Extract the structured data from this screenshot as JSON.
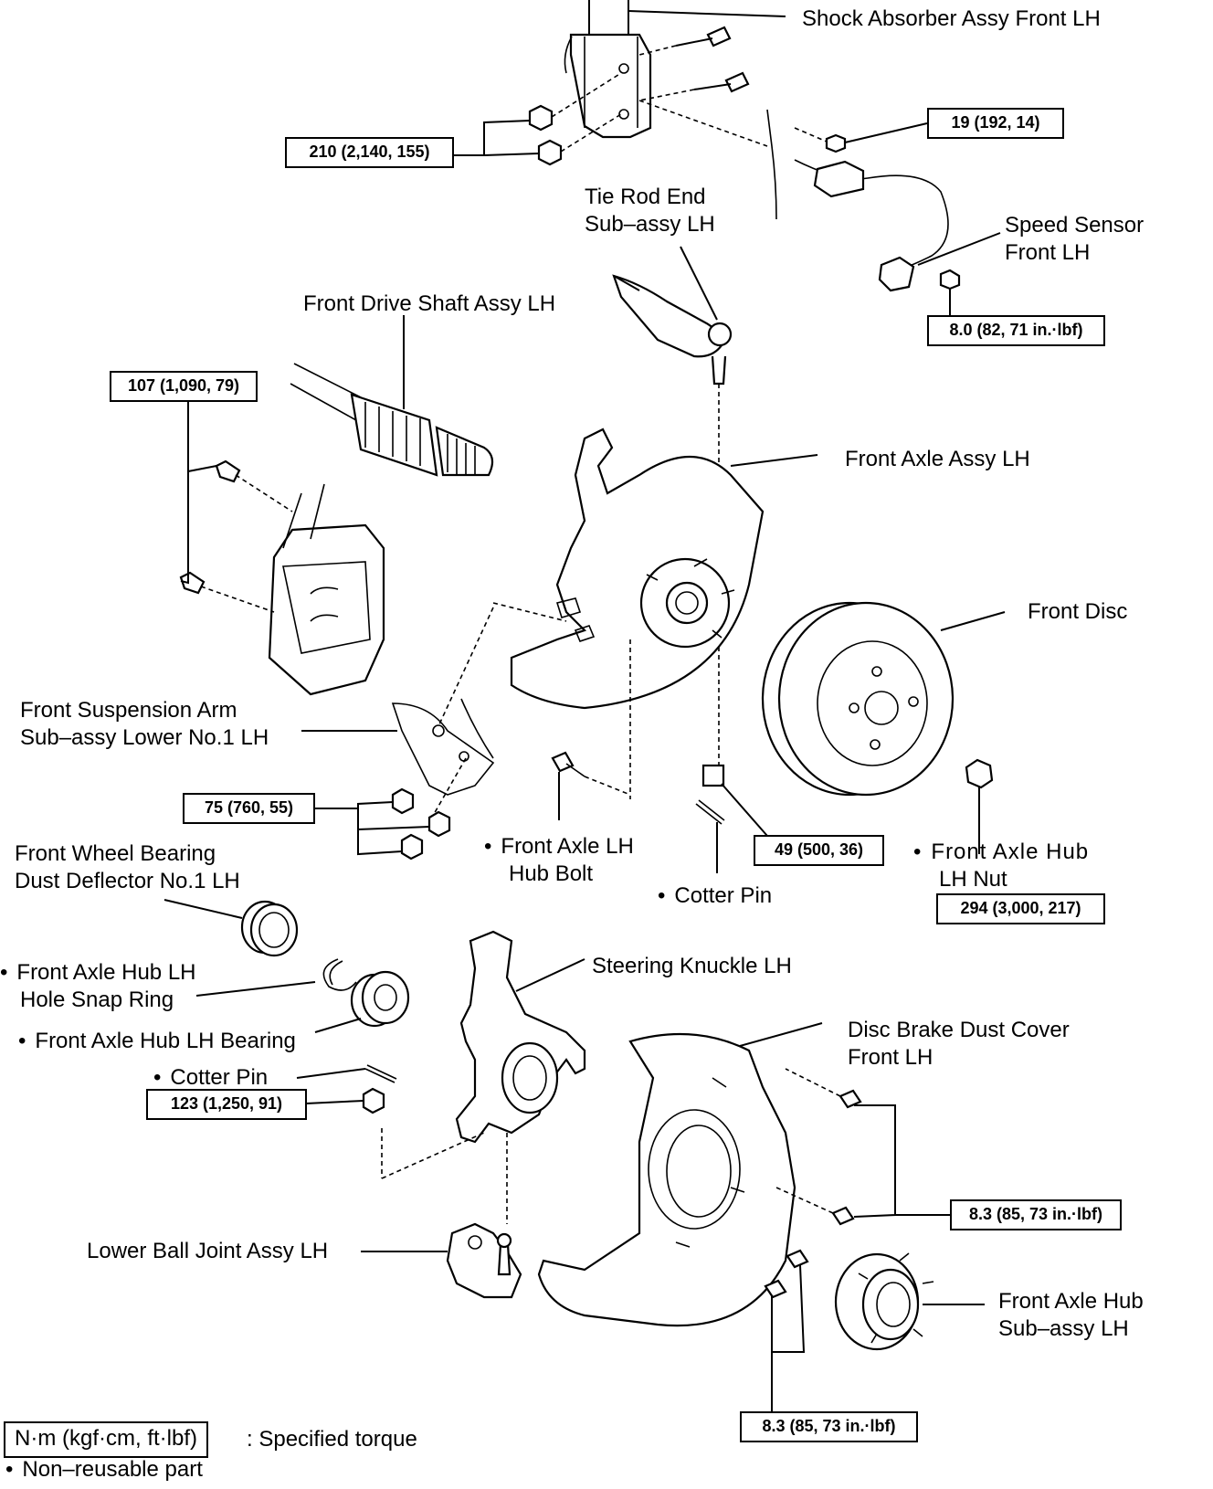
{
  "labels": {
    "shock_absorber": "Shock Absorber Assy Front LH",
    "tie_rod_1": "Tie  Rod  End",
    "tie_rod_2": "Sub–assy LH",
    "speed_sensor_1": "Speed Sensor",
    "speed_sensor_2": "Front LH",
    "drive_shaft": "Front Drive Shaft Assy LH",
    "front_axle_assy": "Front Axle Assy LH",
    "front_disc": "Front Disc",
    "lower_arm_1": "Front Suspension Arm",
    "lower_arm_2": "Sub–assy Lower No.1 LH",
    "hub_bolt_1": "Front Axle LH",
    "hub_bolt_2": "Hub Bolt",
    "cotter_pin_1": "Cotter Pin",
    "hub_nut_1": "Front Axle Hub",
    "hub_nut_2": "LH Nut",
    "dust_deflector_1": "Front Wheel Bearing",
    "dust_deflector_2": "Dust Deflector No.1 LH",
    "snap_ring_1": "Front Axle Hub LH",
    "snap_ring_2": "Hole Snap Ring",
    "steering_knuckle": "Steering Knuckle LH",
    "hub_bearing": "Front Axle Hub LH Bearing",
    "dust_cover_1": "Disc Brake Dust Cover",
    "dust_cover_2": "Front LH",
    "cotter_pin_2": "Cotter Pin",
    "ball_joint": "Lower Ball Joint Assy LH",
    "hub_sub_1": "Front Axle Hub",
    "hub_sub_2": "Sub–assy LH"
  },
  "torques": {
    "t210": "210 (2,140, 155)",
    "t19": "19 (192, 14)",
    "t8_0": "8.0 (82, 71 in.·lbf)",
    "t107": "107 (1,090, 79)",
    "t75": "75 (760, 55)",
    "t49": "49 (500, 36)",
    "t294": "294 (3,000, 217)",
    "t123": "123 (1,250, 91)",
    "t8_3a": "8.3 (85, 73 in.·lbf)",
    "t8_3b": "8.3 (85, 73 in.·lbf)"
  },
  "legend": {
    "unit_box": "N·m (kgf·cm, ft·lbf)",
    "unit_text": ": Specified torque",
    "nonreusable": "Non–reusable part"
  }
}
